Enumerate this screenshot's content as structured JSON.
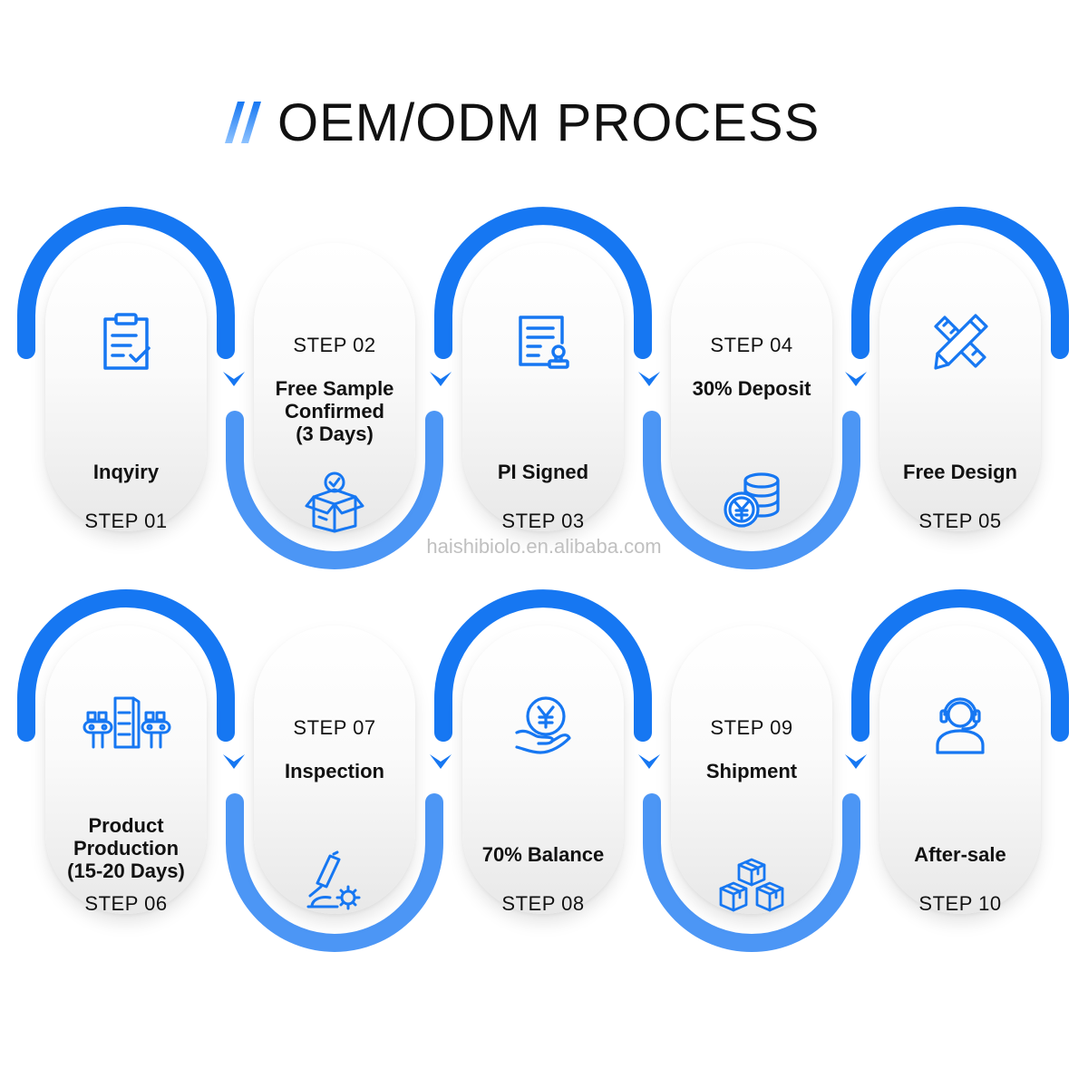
{
  "title": "OEM/ODM PROCESS",
  "watermark": "haishibiolo.en.alibaba.com",
  "colors": {
    "primary": "#1677f2",
    "secondary": "#4c96f5",
    "accent": "#8dc2ff"
  },
  "rows": [
    {
      "steps": [
        {
          "step": "STEP 01",
          "name": "Inqyiry",
          "icon": "clipboard-check-icon"
        },
        {
          "step": "STEP 02",
          "name_lines": [
            "Free Sample",
            "Confirmed",
            "(3 Days)"
          ],
          "icon": "package-check-icon"
        },
        {
          "step": "STEP 03",
          "name": "PI Signed",
          "icon": "document-stamp-icon"
        },
        {
          "step": "STEP 04",
          "name": "30% Deposit",
          "icon": "coins-yen-icon"
        },
        {
          "step": "STEP 05",
          "name": "Free Design",
          "icon": "pencil-ruler-icon"
        }
      ]
    },
    {
      "steps": [
        {
          "step": "STEP 06",
          "name_lines": [
            "Product",
            "Production",
            "(15-20 Days)"
          ],
          "icon": "factory-line-icon"
        },
        {
          "step": "STEP 07",
          "name": "Inspection",
          "icon": "microscope-gear-icon"
        },
        {
          "step": "STEP 08",
          "name": "70% Balance",
          "icon": "hand-yen-coin-icon"
        },
        {
          "step": "STEP 09",
          "name": "Shipment",
          "icon": "boxes-icon"
        },
        {
          "step": "STEP 10",
          "name": "After-sale",
          "icon": "headset-agent-icon"
        }
      ]
    }
  ]
}
